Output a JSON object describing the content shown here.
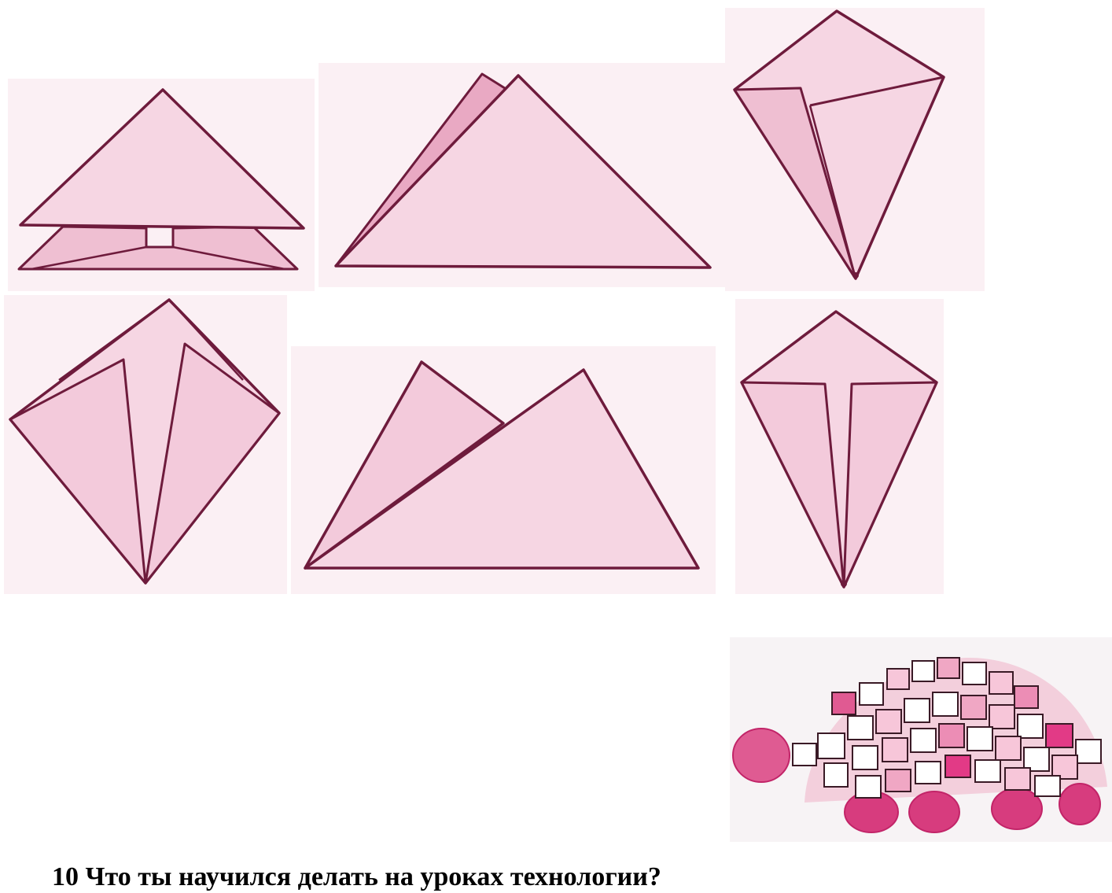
{
  "page": {
    "footer_heading": "10 Что ты научился делать на уроках технологии?"
  },
  "colors": {
    "paper_light": "#f6d6e3",
    "paper_mid": "#efbfd2",
    "outline": "#6e1b3c",
    "accent": "#d73c7e",
    "accent_dark": "#c22468"
  },
  "figures": [
    "origami-step-1",
    "origami-step-2",
    "origami-step-3",
    "origami-step-4",
    "origami-step-5",
    "origami-step-6",
    "turtle-crumpled-paper-collage"
  ]
}
